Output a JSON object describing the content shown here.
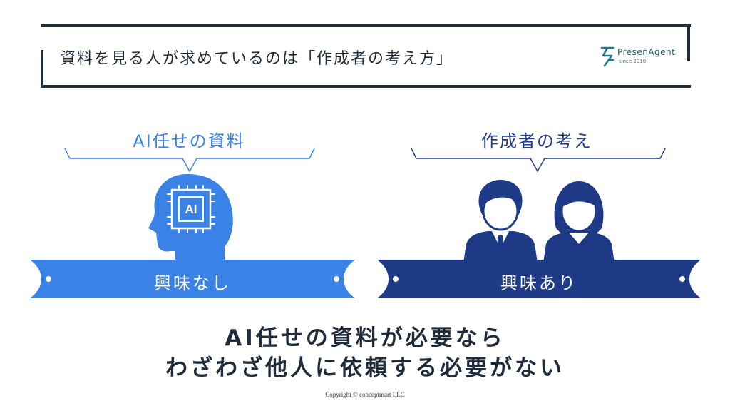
{
  "header": {
    "title": "資料を見る人が求めているのは「作成者の考え方」",
    "logo_name": "PresenAgent",
    "logo_since": "since 2010"
  },
  "left_panel": {
    "label": "AI任せの資料",
    "chip_text": "AI",
    "ribbon_text": "興味なし",
    "color": "#3b82e6"
  },
  "right_panel": {
    "label": "作成者の考え",
    "ribbon_text": "興味あり",
    "color": "#1f3b88"
  },
  "message": {
    "line1": "AI任せの資料が必要なら",
    "line2": "わざわざ他人に依頼する必要がない"
  },
  "footer": {
    "copyright": "Copyright © conceptmart LLC"
  }
}
